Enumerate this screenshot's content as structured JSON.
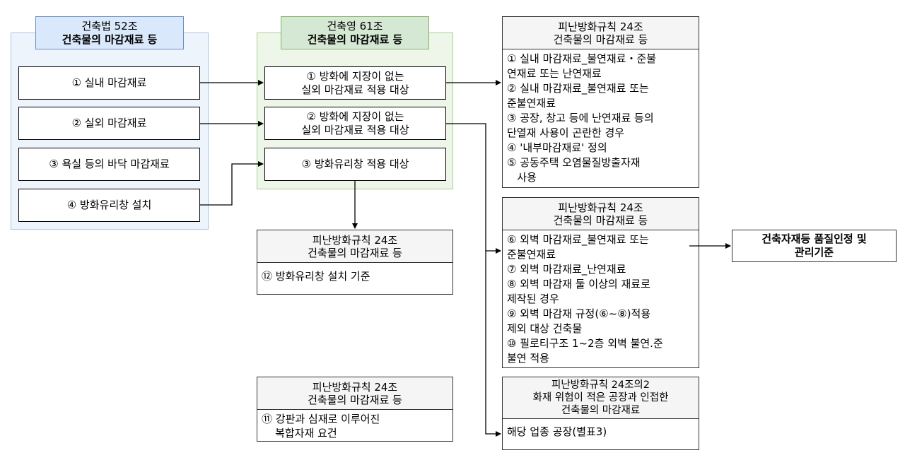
{
  "group_52": {
    "title_line1": "건축법 52조",
    "title_line2": "건축물의 마감재료 등",
    "items": [
      "① 실내 마감재료",
      "② 실외 마감재료",
      "③ 욕실 등의 바닥 마감재료",
      "④ 방화유리창 설치"
    ]
  },
  "group_61": {
    "title_line1": "건축영 61조",
    "title_line2": "건축물의 마감재료 등",
    "items": [
      {
        "line1": "① 방화에 지장이 없는",
        "line2": "실외 마감재료 적용 대상"
      },
      {
        "line1": "② 방화에 지장이 없는",
        "line2": "실외 마감재료 적용 대상"
      },
      {
        "line1": "③ 방화유리창 적용 대상",
        "line2": ""
      }
    ]
  },
  "rule_interior": {
    "head_line1": "피난방화규칙 24조",
    "head_line2": "건축물의 마감재료 등",
    "lines": [
      "① 실내 마감재료_불연재료・준불",
      "연재료 또는 난연재료",
      "② 실내 마감재료_불연재료 또는",
      "준불연재료",
      "③ 공장, 창고 등에 난연재료 등의",
      "단열재 사용이 곤란한 경우",
      "④ '내부마감재료' 정의",
      "⑤ 공동주택 오염물질방출자재",
      "   사용"
    ]
  },
  "rule_exterior": {
    "head_line1": "피난방화규칙 24조",
    "head_line2": "건축물의 마감재료 등",
    "lines": [
      "⑥ 외벽 마감재료_불연재료 또는",
      "준불연재료",
      "⑦ 외벽 마감재료_난연재료",
      "⑧ 외벽 마감재 둘 이상의 재료로",
      "제작된 경우",
      "⑨ 외벽 마감재 규정(⑥~⑧)적용",
      "제외 대상 건축물",
      "⑩ 필로티구조 1~2층 외벽 불연.준",
      "불연 적용"
    ]
  },
  "rule_factory": {
    "head_line1": "피난방화규칙 24조의2",
    "head_line2": "화재 위험이 적은 공장과 인접한",
    "head_line3": "건축물의 마감재료",
    "lines": [
      "해당 업종 공장(별표3)"
    ]
  },
  "rule_glass": {
    "head_line1": "피난방화규칙 24조",
    "head_line2": "건축물의 마감재료 등",
    "lines": [
      "⑫ 방화유리창 설치 기준"
    ]
  },
  "rule_composite": {
    "head_line1": "피난방화규칙 24조",
    "head_line2": "건축물의 마감재료 등",
    "lines": [
      "⑪ 강판과 심재로 이루어진",
      "    복합자재 요건"
    ]
  },
  "quality": {
    "line1": "건축자재등 품질인정 및",
    "line2": "관리기준"
  }
}
